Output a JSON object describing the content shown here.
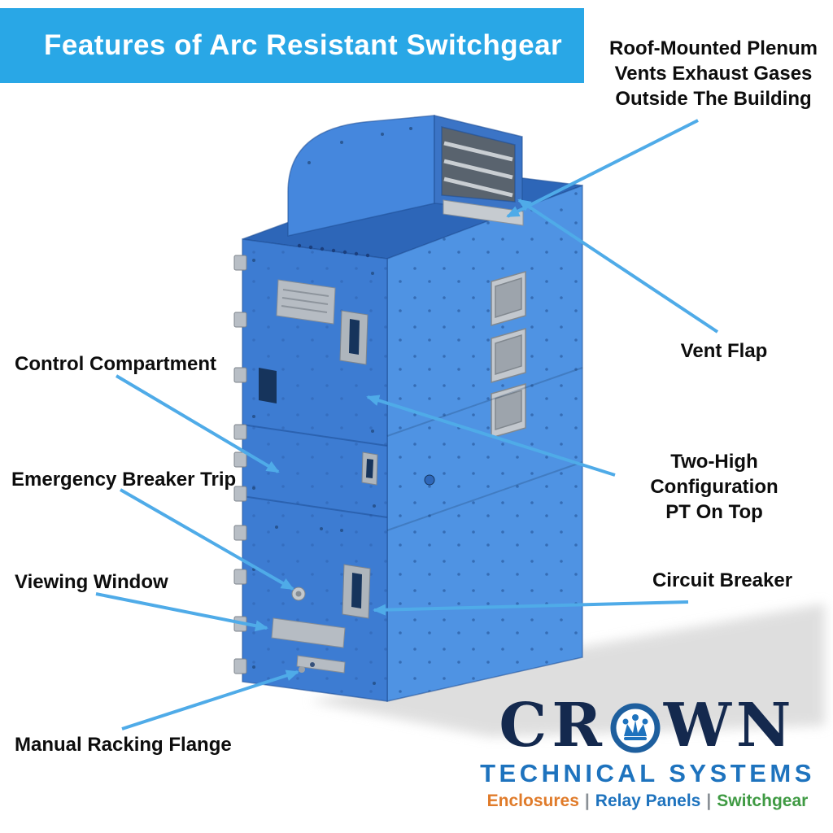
{
  "header": {
    "title": "Features of Arc Resistant Switchgear"
  },
  "callouts": {
    "roof_plenum": {
      "line1": "Roof-Mounted Plenum",
      "line2": "Vents Exhaust Gases",
      "line3": "Outside The Building"
    },
    "vent_flap": {
      "line1": "Vent Flap"
    },
    "control_compartment": {
      "line1": "Control Compartment"
    },
    "emergency_breaker_trip": {
      "line1": "Emergency Breaker Trip"
    },
    "two_high": {
      "line1": "Two-High Configuration",
      "line2": "PT On Top"
    },
    "viewing_window": {
      "line1": "Viewing Window"
    },
    "circuit_breaker": {
      "line1": "Circuit Breaker"
    },
    "manual_racking_flange": {
      "line1": "Manual Racking Flange"
    }
  },
  "logo": {
    "word_left": "CR",
    "word_right": "WN",
    "subtitle": "TECHNICAL SYSTEMS",
    "separator": "|",
    "tagline_enclosures": "Enclosures",
    "tagline_relay": "Relay Panels",
    "tagline_switchgear": "Switchgear"
  },
  "colors": {
    "header_bg": "#29a7e6",
    "arrow": "#4fabe8",
    "cabinet_front": "#3d7cd2",
    "cabinet_side": "#4f93e3",
    "cabinet_top": "#2d66b8",
    "logo_navy": "#14294e",
    "logo_blue": "#1e73be",
    "tagline_orange": "#e07b2a",
    "tagline_green": "#3f9a43",
    "label_text": "#0d0d0d"
  }
}
